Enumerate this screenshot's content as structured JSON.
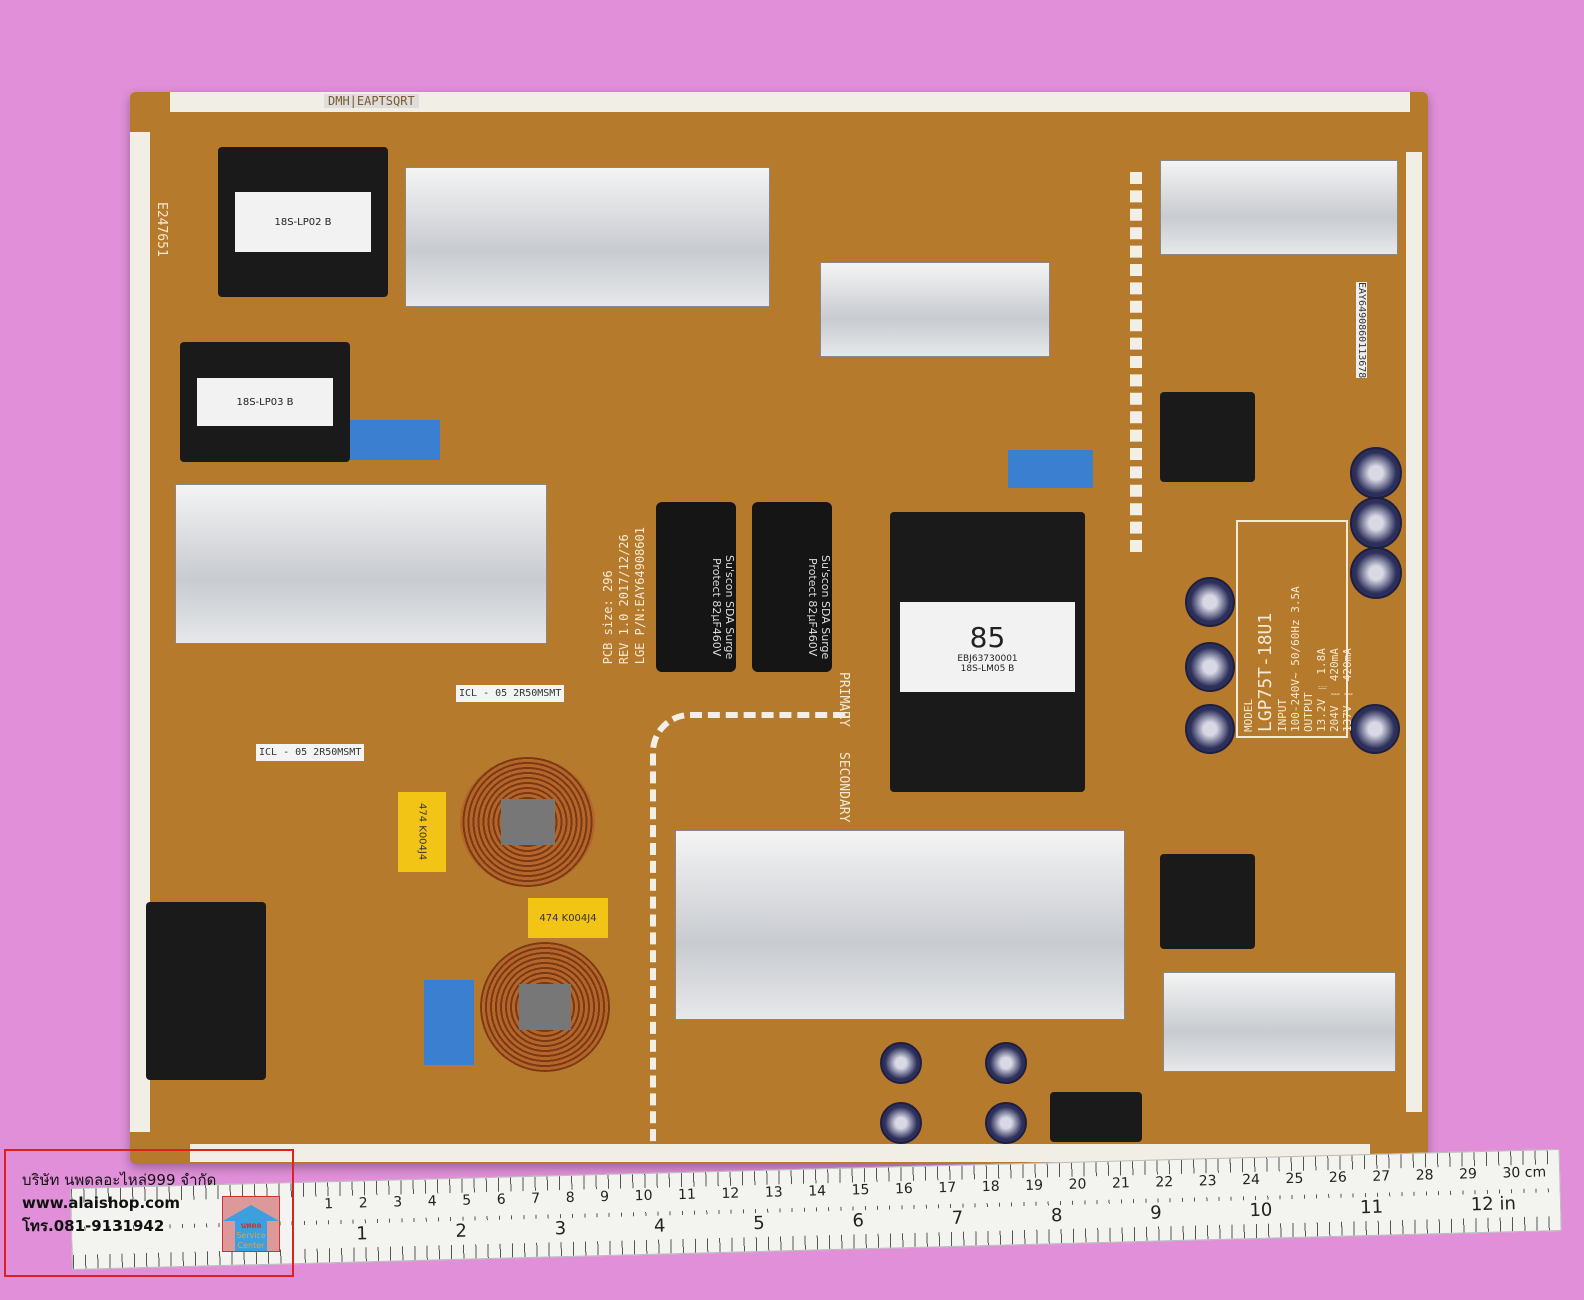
{
  "board": {
    "top_label": "DMH|EAPTSQRT",
    "model_label": {
      "model_key": "MODEL",
      "model": "LGP75T-18U1",
      "input_key": "INPUT",
      "input": "100-240V~ 50/60Hz 3.5A",
      "output_key": "OUTPUT",
      "outputs": [
        "13.2V ⎓ 1.8A",
        "204V ⎓ 420mA",
        "137V ⎓ 420mA"
      ]
    },
    "pcb_info": [
      "PCB size: 296",
      "REV 1.0 2017/12/26",
      "LGE P/N:EAY64908601"
    ],
    "primary": "PRIMARY",
    "secondary": "SECONDARY",
    "caps": [
      "Su'scon SDA Surge Protect 82μF460V",
      "Su'scon SDA Surge Protect 82μF460V"
    ],
    "transformer": {
      "number": "85",
      "part": "EBJ63730001",
      "code": "18S-LM05 B"
    },
    "ntc": [
      "ICL - 05 2R50MSMT",
      "ICL - 05 2R50MSMT"
    ],
    "yellow_caps": [
      "474 K004J4",
      "474 K004J4"
    ],
    "ul": "E247651",
    "sticker": "EAY6490860113678"
  },
  "watermark": {
    "company": "บริษัท นพดลอะไหล่999 จำกัด",
    "website": "www.alaishop.com",
    "phone": "โทร.081-9131942",
    "logo_top": "นพดล",
    "logo_text": [
      "Service",
      "Center"
    ]
  },
  "ruler": {
    "cm": [
      "1",
      "2",
      "3",
      "4",
      "5",
      "6",
      "7",
      "8",
      "9",
      "10",
      "11",
      "12",
      "13",
      "14",
      "15",
      "16",
      "17",
      "18",
      "19",
      "20",
      "21",
      "22",
      "23",
      "24",
      "25",
      "26",
      "27",
      "28",
      "29",
      "30 cm"
    ],
    "inch": [
      "1",
      "2",
      "3",
      "4",
      "5",
      "6",
      "7",
      "8",
      "9",
      "10",
      "11",
      "12 in"
    ]
  }
}
